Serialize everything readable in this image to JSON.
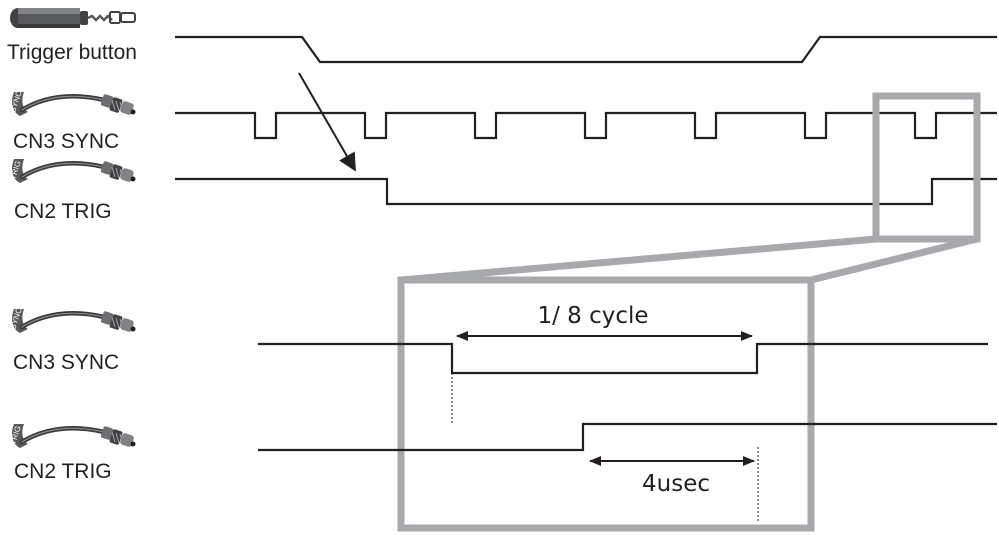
{
  "signals": {
    "trigger_button": "Trigger button",
    "cn3_sync": "CN3 SYNC",
    "cn2_trig": "CN2 TRIG"
  },
  "cable_tags": {
    "sync": "SYNC",
    "trig": "TRIG"
  },
  "zoom": {
    "cn3_sync": "CN3 SYNC",
    "cn2_trig": "CN2 TRIG",
    "cycle_label": "1/ 8 cycle",
    "delay_label": "4usec"
  },
  "colors": {
    "signal": "#231f20",
    "highlight": "#a7a9ac",
    "cable": "#555555"
  },
  "icons": {
    "button": "trigger-button-device-icon",
    "cable": "bnc-cable-icon"
  }
}
